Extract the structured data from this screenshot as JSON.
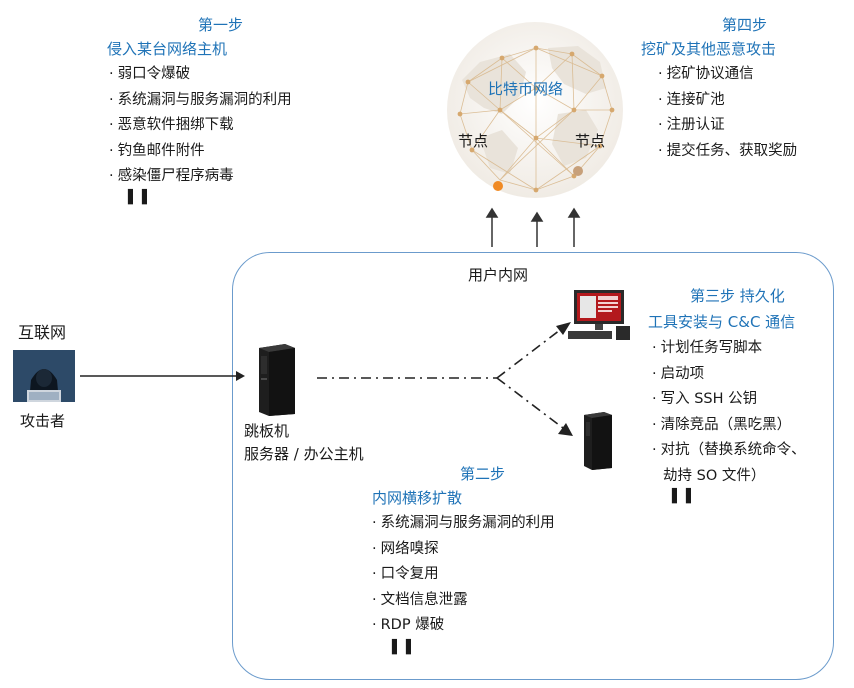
{
  "step1": {
    "title": "第一步",
    "subtitle": "侵入某台网络主机",
    "items": [
      "弱口令爆破",
      "系统漏洞与服务漏洞的利用",
      "恶意软件捆绑下载",
      "钓鱼邮件附件",
      "感染僵尸程序病毒"
    ],
    "more": "▌▌"
  },
  "step4": {
    "title": "第四步",
    "subtitle": "挖矿及其他恶意攻击",
    "items": [
      "挖矿协议通信",
      "连接矿池",
      "注册认证",
      "提交任务、获取奖励"
    ]
  },
  "network": {
    "label": "比特币网络",
    "node_left": "节点",
    "node_right": "节点"
  },
  "intranet": {
    "label": "用户内网"
  },
  "internet": {
    "label": "互联网",
    "attacker": "攻击者"
  },
  "jump": {
    "line1": "跳板机",
    "line2": "服务器 / 办公主机"
  },
  "step3": {
    "title": "第三步 持久化",
    "subtitle": "工具安装与 C&C 通信",
    "items": [
      "计划任务写脚本",
      "启动项",
      "写入 SSH 公钥",
      "清除竞品（黑吃黑）",
      "对抗（替换系统命令、",
      "劫持 SO 文件）"
    ],
    "more": "▌▌"
  },
  "step2": {
    "title": "第二步",
    "subtitle": "内网横移扩散",
    "items": [
      "系统漏洞与服务漏洞的利用",
      "网络嗅探",
      "口令复用",
      "文档信息泄露",
      "RDP 爆破"
    ],
    "more": "▌▌"
  },
  "colors": {
    "accent": "#1f73b7",
    "box_border": "#6b9bcc",
    "node_orange": "#f08a24",
    "node_brown": "#c7a07a"
  },
  "icons": [
    "bitcoin-network-globe-icon",
    "hacker-icon",
    "server-tower-icon",
    "infected-desktop-icon",
    "desktop-tower-icon"
  ]
}
